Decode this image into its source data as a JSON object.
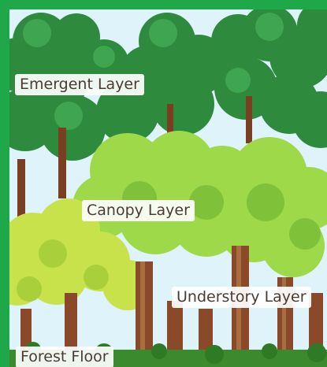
{
  "diagram": {
    "layers": {
      "emergent": "Emergent Layer",
      "canopy": "Canopy Layer",
      "understory": "Understory Layer",
      "forest_floor": "Forest Floor"
    },
    "colors": {
      "frame": "#1fa84a",
      "sky": "#dff3fb",
      "emergent_foliage": "#2e8b3e",
      "canopy_foliage": "#9ed94a",
      "understory_foliage": "#c8e24b",
      "trunk": "#8a4a2a",
      "label_text": "#4a3b33"
    }
  }
}
